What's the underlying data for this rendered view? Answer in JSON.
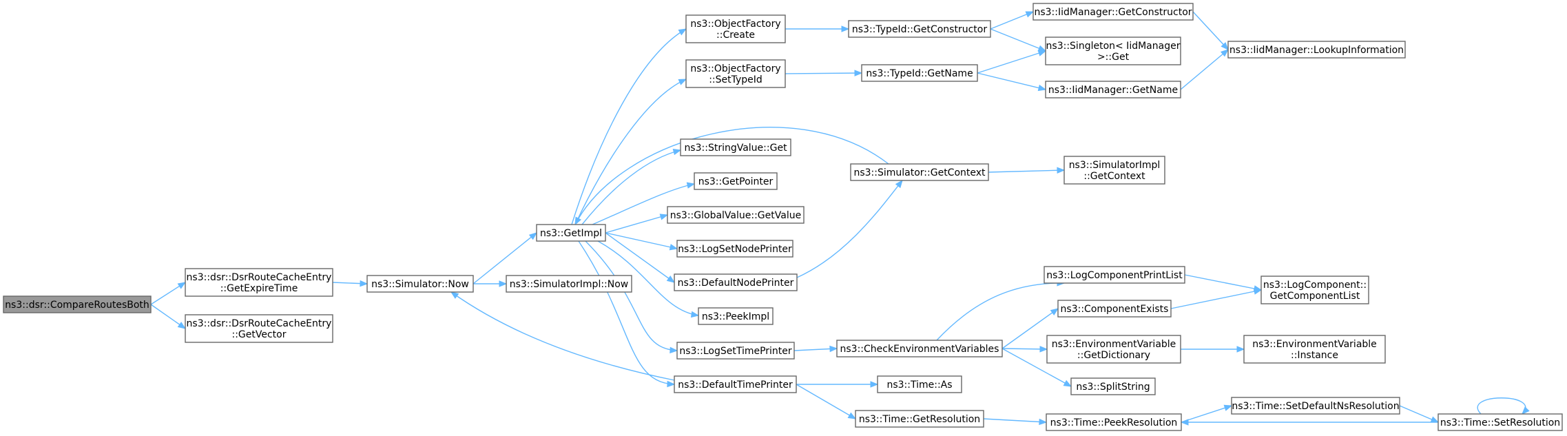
{
  "diagram": {
    "type": "call-graph",
    "colors": {
      "edge": "#63b8ff",
      "node_border": "#666666",
      "node_fill": "#ffffff",
      "root_fill": "#999999"
    },
    "nodes": [
      {
        "id": "root",
        "lines": [
          "ns3::dsr::CompareRoutesBoth"
        ],
        "root": true
      },
      {
        "id": "getExpire",
        "lines": [
          "ns3::dsr::DsrRouteCacheEntry",
          "::GetExpireTime"
        ]
      },
      {
        "id": "getVector",
        "lines": [
          "ns3::dsr::DsrRouteCacheEntry",
          "::GetVector"
        ]
      },
      {
        "id": "now",
        "lines": [
          "ns3::Simulator::Now"
        ]
      },
      {
        "id": "getImpl",
        "lines": [
          "ns3::GetImpl"
        ]
      },
      {
        "id": "implNow",
        "lines": [
          "ns3::SimulatorImpl::Now"
        ]
      },
      {
        "id": "ofCreate",
        "lines": [
          "ns3::ObjectFactory",
          "::Create"
        ]
      },
      {
        "id": "ofSetTypeId",
        "lines": [
          "ns3::ObjectFactory",
          "::SetTypeId"
        ]
      },
      {
        "id": "strGet",
        "lines": [
          "ns3::StringValue::Get"
        ]
      },
      {
        "id": "getPointer",
        "lines": [
          "ns3::GetPointer"
        ]
      },
      {
        "id": "gvGetValue",
        "lines": [
          "ns3::GlobalValue::GetValue"
        ]
      },
      {
        "id": "logSetNode",
        "lines": [
          "ns3::LogSetNodePrinter"
        ]
      },
      {
        "id": "defNode",
        "lines": [
          "ns3::DefaultNodePrinter"
        ]
      },
      {
        "id": "peekImpl",
        "lines": [
          "ns3::PeekImpl"
        ]
      },
      {
        "id": "logSetTime",
        "lines": [
          "ns3::LogSetTimePrinter"
        ]
      },
      {
        "id": "defTime",
        "lines": [
          "ns3::DefaultTimePrinter"
        ]
      },
      {
        "id": "tidGetCtor",
        "lines": [
          "ns3::TypeId::GetConstructor"
        ]
      },
      {
        "id": "tidGetName",
        "lines": [
          "ns3::TypeId::GetName"
        ]
      },
      {
        "id": "simGetCtx",
        "lines": [
          "ns3::Simulator::GetContext"
        ]
      },
      {
        "id": "checkEnv",
        "lines": [
          "ns3::CheckEnvironmentVariables"
        ]
      },
      {
        "id": "timeAs",
        "lines": [
          "ns3::Time::As"
        ]
      },
      {
        "id": "timeGetRes",
        "lines": [
          "ns3::Time::GetResolution"
        ]
      },
      {
        "id": "iidGetCtor",
        "lines": [
          "ns3::IidManager::GetConstructor"
        ]
      },
      {
        "id": "singleton",
        "lines": [
          "ns3::Singleton< IidManager",
          " >::Get"
        ]
      },
      {
        "id": "iidGetName",
        "lines": [
          "ns3::IidManager::GetName"
        ]
      },
      {
        "id": "implGetCtx",
        "lines": [
          "ns3::SimulatorImpl",
          "::GetContext"
        ]
      },
      {
        "id": "logCompPrint",
        "lines": [
          "ns3::LogComponentPrintList"
        ]
      },
      {
        "id": "compExists",
        "lines": [
          "ns3::ComponentExists"
        ]
      },
      {
        "id": "envGetDict",
        "lines": [
          "ns3::EnvironmentVariable",
          "::GetDictionary"
        ]
      },
      {
        "id": "splitStr",
        "lines": [
          "ns3::SplitString"
        ]
      },
      {
        "id": "timePeekRes",
        "lines": [
          "ns3::Time::PeekResolution"
        ]
      },
      {
        "id": "iidLookup",
        "lines": [
          "ns3::IidManager::LookupInformation"
        ]
      },
      {
        "id": "logCompGetList",
        "lines": [
          "ns3::LogComponent::",
          "GetComponentList"
        ]
      },
      {
        "id": "envInstance",
        "lines": [
          "ns3::EnvironmentVariable",
          "::Instance"
        ]
      },
      {
        "id": "setDefNsRes",
        "lines": [
          "ns3::Time::SetDefaultNsResolution"
        ]
      },
      {
        "id": "setRes",
        "lines": [
          "ns3::Time::SetResolution"
        ]
      }
    ],
    "edges": [
      [
        "root",
        "getExpire"
      ],
      [
        "root",
        "getVector"
      ],
      [
        "getExpire",
        "now"
      ],
      [
        "now",
        "getImpl"
      ],
      [
        "now",
        "implNow"
      ],
      [
        "getImpl",
        "ofCreate"
      ],
      [
        "getImpl",
        "ofSetTypeId"
      ],
      [
        "getImpl",
        "strGet"
      ],
      [
        "getImpl",
        "getPointer"
      ],
      [
        "getImpl",
        "gvGetValue"
      ],
      [
        "getImpl",
        "logSetNode"
      ],
      [
        "getImpl",
        "defNode"
      ],
      [
        "getImpl",
        "peekImpl"
      ],
      [
        "getImpl",
        "logSetTime"
      ],
      [
        "getImpl",
        "defTime"
      ],
      [
        "ofCreate",
        "tidGetCtor"
      ],
      [
        "ofSetTypeId",
        "tidGetName"
      ],
      [
        "tidGetCtor",
        "iidGetCtor"
      ],
      [
        "tidGetCtor",
        "singleton"
      ],
      [
        "tidGetName",
        "singleton"
      ],
      [
        "tidGetName",
        "iidGetName"
      ],
      [
        "iidGetCtor",
        "iidLookup"
      ],
      [
        "iidGetName",
        "iidLookup"
      ],
      [
        "simGetCtx",
        "getImpl"
      ],
      [
        "simGetCtx",
        "implGetCtx"
      ],
      [
        "defNode",
        "simGetCtx"
      ],
      [
        "logSetTime",
        "checkEnv"
      ],
      [
        "checkEnv",
        "logCompPrint"
      ],
      [
        "checkEnv",
        "compExists"
      ],
      [
        "checkEnv",
        "envGetDict"
      ],
      [
        "checkEnv",
        "splitStr"
      ],
      [
        "logCompPrint",
        "logCompGetList"
      ],
      [
        "compExists",
        "logCompGetList"
      ],
      [
        "envGetDict",
        "envInstance"
      ],
      [
        "defTime",
        "now"
      ],
      [
        "defTime",
        "timeAs"
      ],
      [
        "defTime",
        "timeGetRes"
      ],
      [
        "timeGetRes",
        "timePeekRes"
      ],
      [
        "timePeekRes",
        "setDefNsRes"
      ],
      [
        "setDefNsRes",
        "setRes"
      ],
      [
        "setRes",
        "timePeekRes"
      ],
      [
        "setRes",
        "setRes"
      ]
    ]
  }
}
